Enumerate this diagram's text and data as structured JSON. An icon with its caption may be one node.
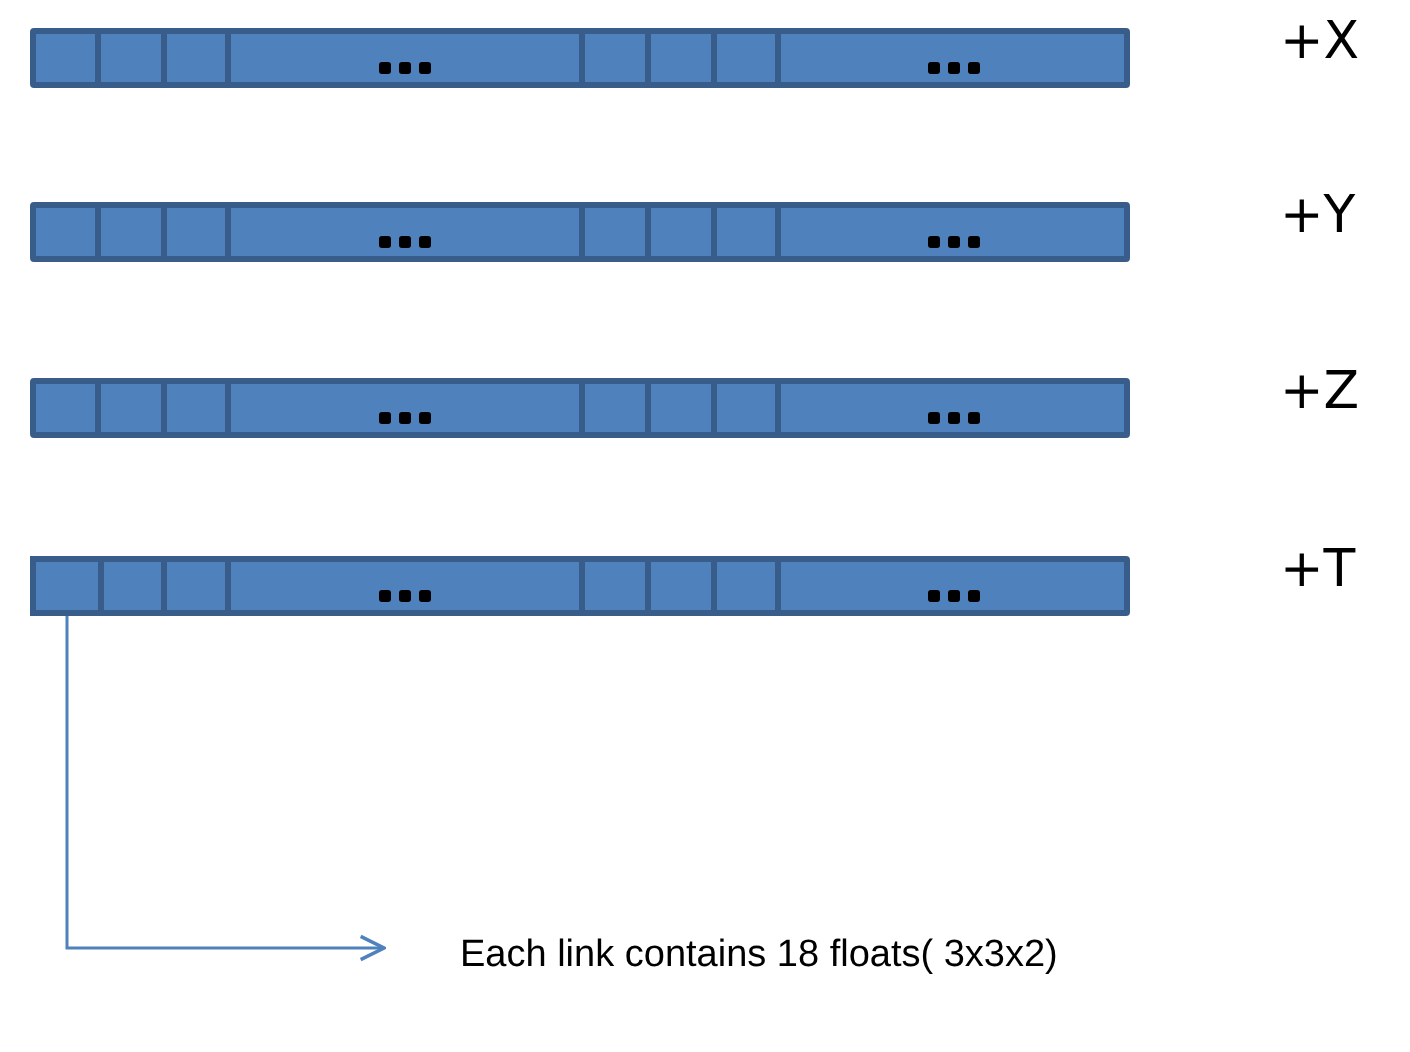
{
  "diagram": {
    "nodes": [
      {
        "text": [],
        "shape": "bar",
        "beside": [
          "+X"
        ]
      },
      {
        "text": [],
        "shape": "bar",
        "beside": [
          "+Y"
        ]
      },
      {
        "text": [],
        "shape": "bar",
        "beside": [
          "+Z"
        ]
      },
      {
        "text": [],
        "shape": "bar",
        "beside": [
          "+T"
        ]
      },
      {
        "text": [],
        "shape": "box",
        "in": 3
      },
      {
        "text": [
          "Each link contains 18 floats( 3x3x2)"
        ]
      }
    ],
    "edges": [
      {
        "from": 4,
        "to": 5,
        "arrow": "to"
      }
    ]
  }
}
